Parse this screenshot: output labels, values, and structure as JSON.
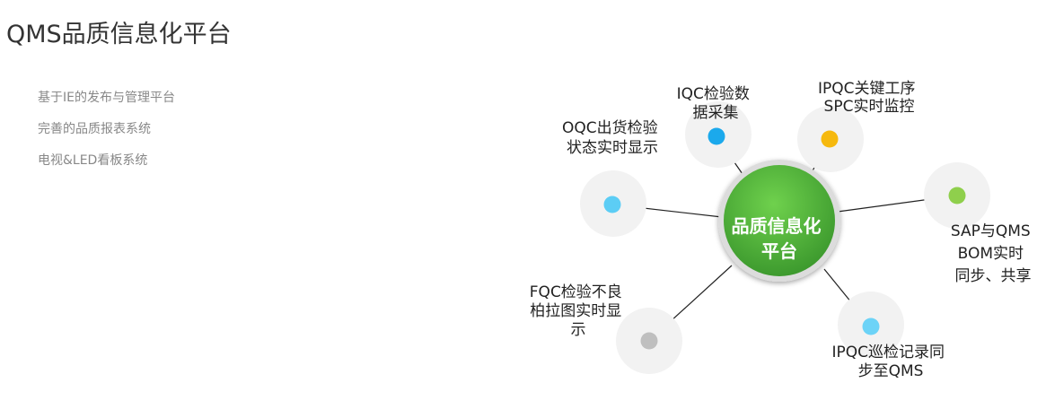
{
  "page": {
    "title": "QMS品质信息化平台"
  },
  "features": [
    "基于IE的发布与管理平台",
    "完善的品质报表系统",
    "电视&LED看板系统"
  ],
  "diagram": {
    "hub": {
      "lines": [
        "品质信息化",
        "平台"
      ],
      "color_light": "#6fd14d",
      "color_dark": "#3d9a2e"
    },
    "nodes": [
      {
        "id": "iqc",
        "lines": [
          "IQC检验数",
          "据采集"
        ],
        "color": "#1ba9ec"
      },
      {
        "id": "ipqc-spc",
        "lines": [
          "IPQC关键工序",
          "SPC实时监控"
        ],
        "color": "#f6b90e"
      },
      {
        "id": "oqc",
        "lines": [
          "OQC出货检验",
          "状态实时显示"
        ],
        "color": "#5ccdf5"
      },
      {
        "id": "sap",
        "lines": [
          "SAP与QMS",
          "BOM实时",
          "同步、共享"
        ],
        "color": "#8fcf4c"
      },
      {
        "id": "fqc",
        "lines": [
          "FQC检验不良",
          "柏拉图实时显",
          "示"
        ],
        "color": "#bfbfbf"
      },
      {
        "id": "ipqc-patrol",
        "lines": [
          "IPQC巡检记录同",
          "步至QMS"
        ],
        "color": "#6cd3f7"
      }
    ]
  }
}
